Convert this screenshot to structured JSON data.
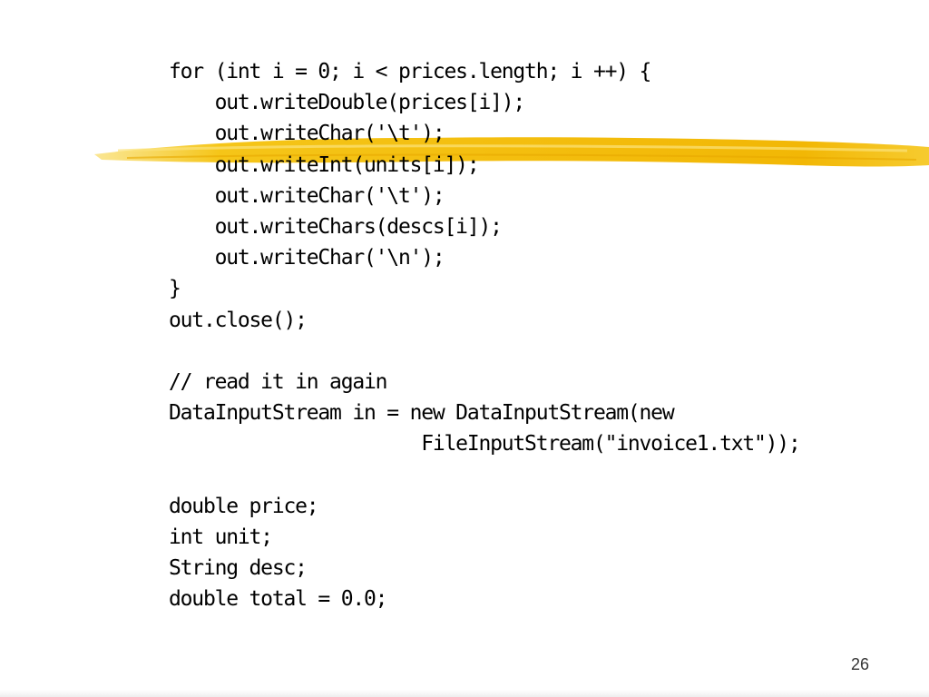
{
  "slide": {
    "code_lines": [
      "for (int i = 0; i < prices.length; i ++) {",
      "    out.writeDouble(prices[i]);",
      "    out.writeChar('\\t');",
      "    out.writeInt(units[i]);",
      "    out.writeChar('\\t');",
      "    out.writeChars(descs[i]);",
      "    out.writeChar('\\n');",
      "}",
      "out.close();",
      "",
      "// read it in again",
      "DataInputStream in = new DataInputStream(new",
      "                      FileInputStream(\"invoice1.txt\"));",
      "",
      "double price;",
      "int unit;",
      "String desc;",
      "double total = 0.0;"
    ],
    "page_number": "26",
    "highlight_color": "#f5c518"
  }
}
